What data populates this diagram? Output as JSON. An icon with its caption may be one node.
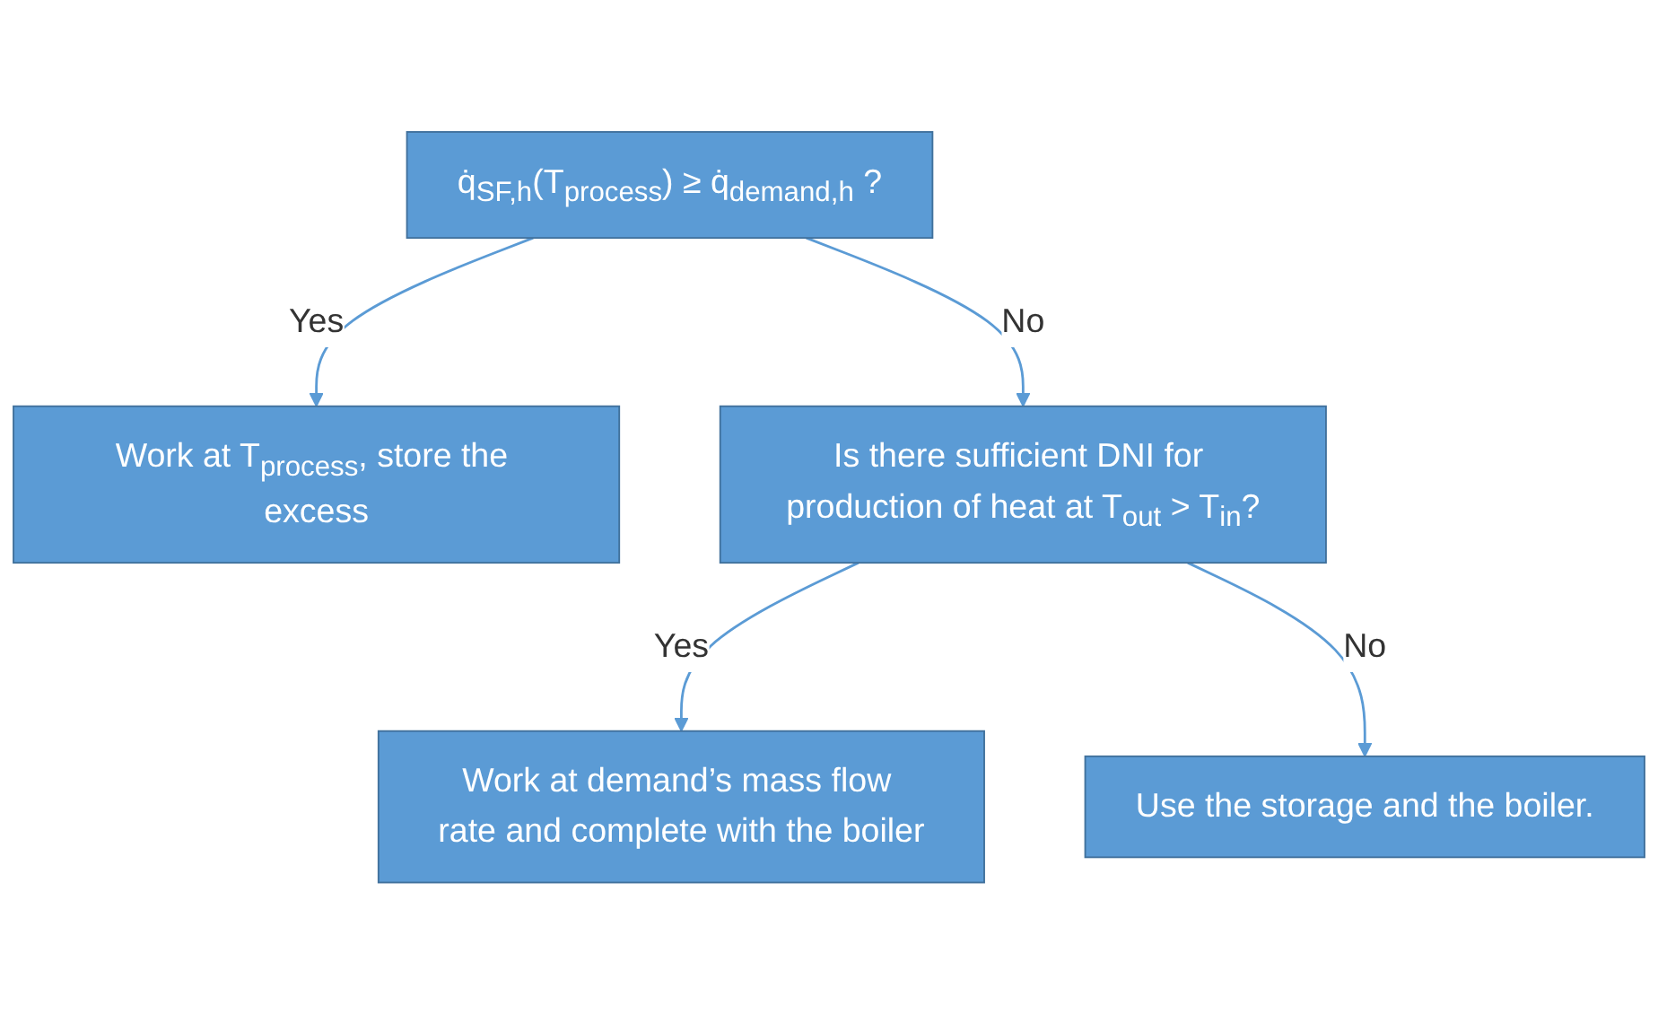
{
  "diagram": {
    "nodes": [
      {
        "text": [
          "q̇$_{SF,h}$(T$_{process}$) ≥ q̇$_{demand,h}$ ?"
        ]
      },
      {
        "text": [
          "Work at T$_{process}$, store the excess"
        ]
      },
      {
        "text": [
          "Is there sufficient DNI for production of heat at T$_{out}$ > T$_{in}$?"
        ]
      },
      {
        "text": [
          "Work at demand’s mass flow rate and complete with the boiler"
        ]
      },
      {
        "text": [
          "Use the storage and the boiler."
        ]
      }
    ],
    "edges": [
      {
        "from": 0,
        "to": 1,
        "arrow": "to",
        "label": "Yes"
      },
      {
        "from": 0,
        "to": 2,
        "arrow": "to",
        "label": "No"
      },
      {
        "from": 2,
        "to": 3,
        "arrow": "to",
        "label": "Yes"
      },
      {
        "from": 2,
        "to": 4,
        "arrow": "to",
        "label": "No"
      }
    ]
  }
}
